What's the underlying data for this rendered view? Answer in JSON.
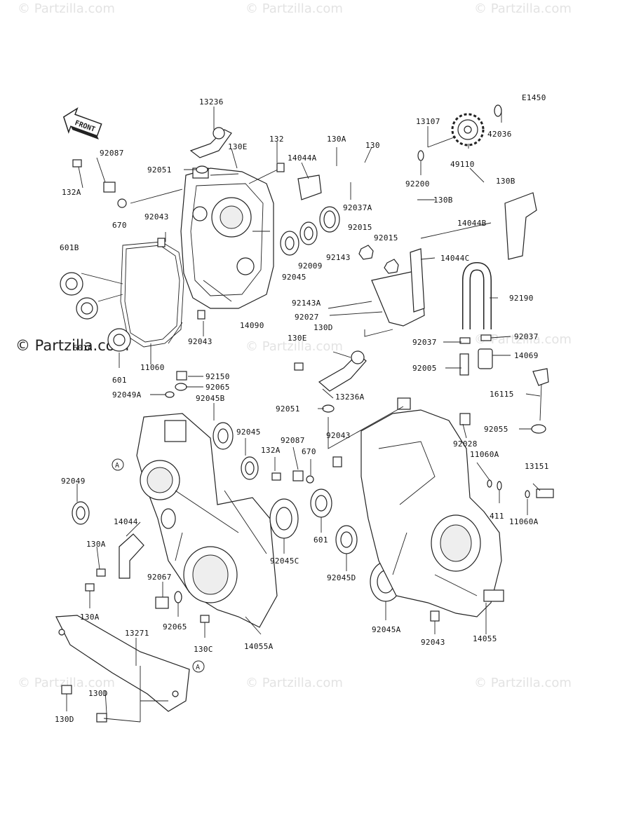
{
  "diagram_code": "E1450",
  "front_label": "FRONT",
  "ref_marker": "A",
  "watermarks": {
    "small": "© Partzilla.com",
    "big": "© Partzilla.com"
  },
  "parts": {
    "p13236": "13236",
    "p92087a": "92087",
    "p132a_a": "132A",
    "p92051a": "92051",
    "p130e_a": "130E",
    "p132": "132",
    "p14044a": "14044A",
    "p130a_a": "130A",
    "p130_a": "130",
    "p92037a": "92037A",
    "p670_a": "670",
    "p92043a": "92043",
    "p601b": "601B",
    "p92015a": "92015",
    "p92015b": "92015",
    "p92143": "92143",
    "p92009": "92009",
    "p92045a": "92045",
    "p14090": "14090",
    "p92143a": "92143A",
    "p92027": "92027",
    "p130d_a": "130D",
    "p601a": "601A",
    "p601_a": "601",
    "p11060": "11060",
    "p92043b": "92043",
    "p13107": "13107",
    "p42036": "42036",
    "p49110": "49110",
    "p92200": "92200",
    "p130b_a": "130B",
    "p130b_b": "130B",
    "p14044b": "14044B",
    "p14044c": "14044C",
    "p92190": "92190",
    "p92037b": "92037",
    "p92037c": "92037",
    "p14069": "14069",
    "p92005": "92005",
    "p16115": "16115",
    "p92055": "92055",
    "p130e_b": "130E",
    "p13236a": "13236A",
    "p92150": "92150",
    "p92065a": "92065",
    "p92049a": "92049A",
    "p92045b": "92045B",
    "p92051b": "92051",
    "p92043c": "92043",
    "p92028": "92028",
    "p11060a_a": "11060A",
    "p13151": "13151",
    "p411": "411",
    "p11060a_b": "11060A",
    "p92045c": "92045",
    "p132a_b": "132A",
    "p92087b": "92087",
    "p670_b": "670",
    "p92049": "92049",
    "p14044": "14044",
    "p130a_b": "130A",
    "p130a_c": "130A",
    "p601_b": "601",
    "p92045cc": "92045C",
    "p92045d": "92045D",
    "p92067": "92067",
    "p92065b": "92065",
    "p130c": "130C",
    "p14055a": "14055A",
    "p92045a2": "92045A",
    "p92043d": "92043",
    "p14055": "14055",
    "p13271": "13271",
    "p130d_b": "130D",
    "p130d_c": "130D"
  }
}
